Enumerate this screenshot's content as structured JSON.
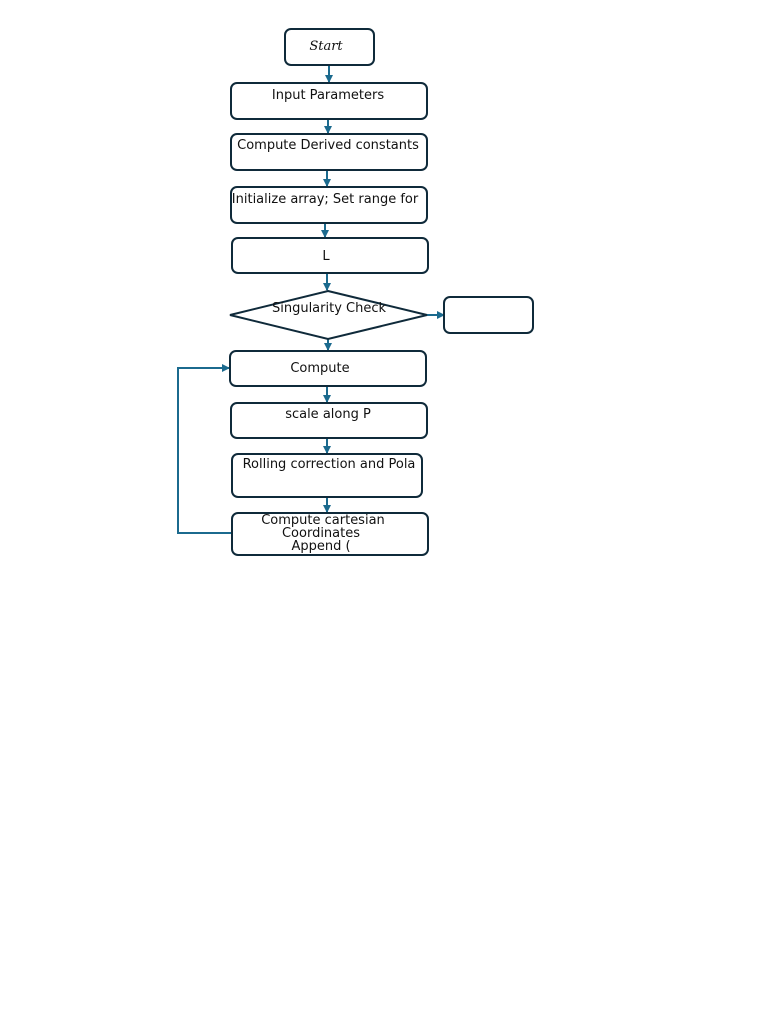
{
  "diagram": {
    "type": "flowchart",
    "colors": {
      "node_border": "#0f2a3a",
      "arrow": "#1b6a8e",
      "text": "#111111",
      "background": "#ffffff"
    },
    "nodes": {
      "start": {
        "label": "Start"
      },
      "input_parameters": {
        "label": "Input Parameters"
      },
      "compute_derived": {
        "label": "Compute Derived constants"
      },
      "initialize_array": {
        "label": "Initialize array; Set range for"
      },
      "l_step": {
        "label": "L"
      },
      "singularity_check": {
        "label": "Singularity Check"
      },
      "side_box": {
        "label": ""
      },
      "compute": {
        "label": "Compute"
      },
      "scale_along": {
        "label": "scale along P"
      },
      "rolling_correction": {
        "label": "Rolling correction and Pola"
      },
      "compute_cartesian": {
        "lines": [
          "Compute cartesian",
          "Coordinates",
          "Append ("
        ]
      }
    },
    "edges": [
      {
        "from": "start",
        "to": "input_parameters"
      },
      {
        "from": "input_parameters",
        "to": "compute_derived"
      },
      {
        "from": "compute_derived",
        "to": "initialize_array"
      },
      {
        "from": "initialize_array",
        "to": "l_step"
      },
      {
        "from": "l_step",
        "to": "singularity_check"
      },
      {
        "from": "singularity_check",
        "to": "side_box"
      },
      {
        "from": "singularity_check",
        "to": "compute"
      },
      {
        "from": "compute",
        "to": "scale_along"
      },
      {
        "from": "scale_along",
        "to": "rolling_correction"
      },
      {
        "from": "rolling_correction",
        "to": "compute_cartesian"
      },
      {
        "from": "compute_cartesian",
        "to": "compute",
        "kind": "loop-back"
      }
    ]
  }
}
